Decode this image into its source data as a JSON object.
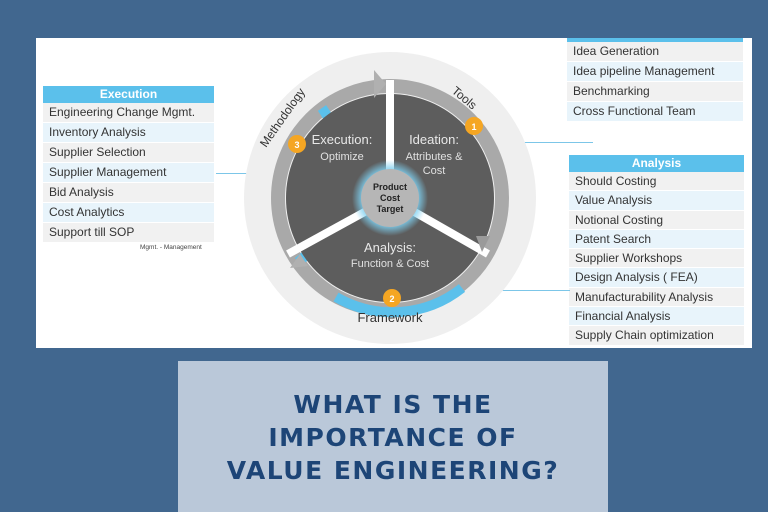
{
  "colors": {
    "background": "#41678f",
    "panel": "#ffffff",
    "table_header": "#5bc0eb",
    "title_text": "#1d4577",
    "title_box": "#bac8d9",
    "badge": "#f5a623",
    "pie_dark": "#5a5a5a",
    "arc_blue": "#5bc0eb"
  },
  "execution_table": {
    "header": "Execution",
    "rows": [
      "Engineering Change Mgmt.",
      "Inventory Analysis",
      "Supplier Selection",
      "Supplier Management",
      "Bid Analysis",
      "Cost Analytics",
      "Support till SOP"
    ],
    "footnote": "Mgmt. - Management"
  },
  "tools_table": {
    "rows": [
      "Idea Generation",
      "Idea pipeline Management",
      "Benchmarking",
      "Cross Functional Team"
    ]
  },
  "analysis_table": {
    "header": "Analysis",
    "rows": [
      "Should Costing",
      "Value Analysis",
      "Notional Costing",
      "Patent Search",
      "Supplier Workshops",
      "Design Analysis ( FEA)",
      "Manufacturability Analysis",
      "Financial Analysis",
      "Supply Chain optimization"
    ]
  },
  "diagram": {
    "center": [
      "Product",
      "Cost",
      "Target"
    ],
    "segments": [
      {
        "badge": "1",
        "title": "Ideation:",
        "subtitle1": "Attributes &",
        "subtitle2": "Cost"
      },
      {
        "badge": "2",
        "title": "Analysis:",
        "subtitle1": "Function & Cost"
      },
      {
        "badge": "3",
        "title": "Execution:",
        "subtitle1": "Optimize"
      }
    ],
    "ring_labels": {
      "tools": "Tools",
      "framework": "Framework",
      "methodology": "Methodology"
    }
  },
  "title": {
    "line1": "WHAT IS THE",
    "line2": "IMPORTANCE OF",
    "line3": "VALUE ENGINEERING?"
  }
}
